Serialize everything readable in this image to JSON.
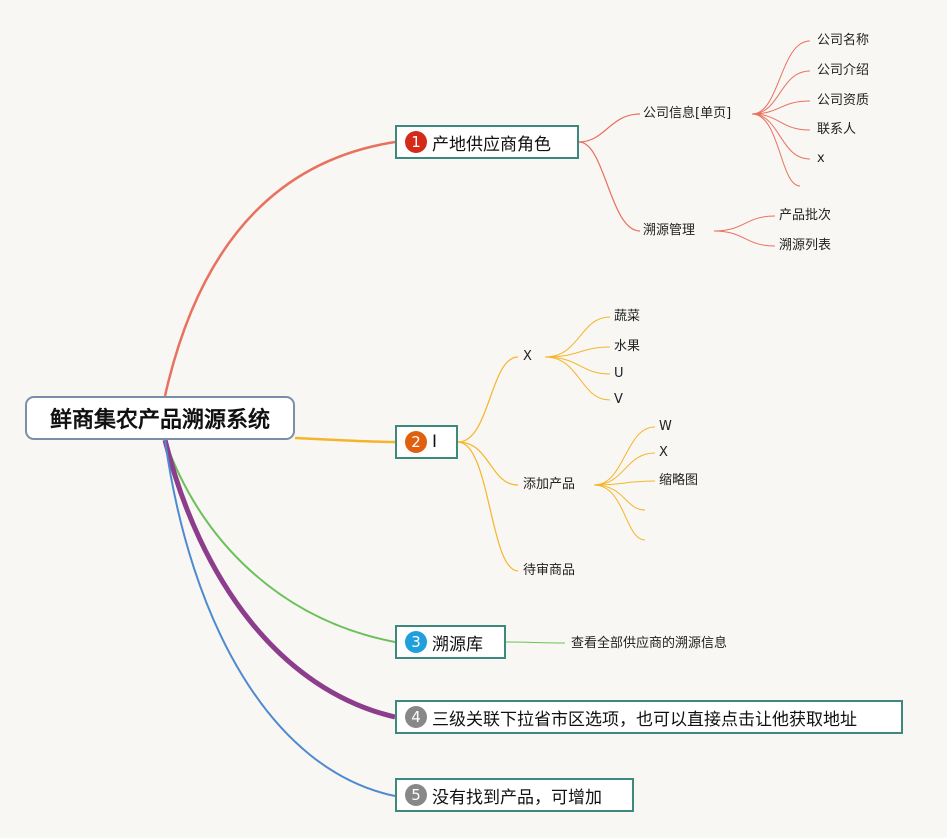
{
  "root": {
    "title": "鲜商集农产品溯源系统"
  },
  "colors": {
    "b1": "#e8715f",
    "b2": "#f5b52a",
    "b3": "#6cc05a",
    "b4": "#8c3d8c",
    "b5": "#4e8ad0",
    "badge1": "#d42a1a",
    "badge2": "#e06010",
    "badge3": "#1fa0dc",
    "badge4": "#888888",
    "badge5": "#888888"
  },
  "branches": [
    {
      "num": "1",
      "label": "产地供应商角色",
      "children": [
        {
          "label": "公司信息[单页]",
          "children": [
            "公司名称",
            "公司介绍",
            "公司资质",
            "联系人",
            "x",
            ""
          ]
        },
        {
          "label": "溯源管理",
          "children": [
            "产品批次",
            "溯源列表"
          ]
        }
      ]
    },
    {
      "num": "2",
      "label": "I",
      "children": [
        {
          "label": "X",
          "children": [
            "蔬菜",
            "水果",
            "U",
            "V"
          ]
        },
        {
          "label": "添加产品",
          "children": [
            "W",
            "X",
            "缩略图",
            "",
            ""
          ]
        },
        {
          "label": "待审商品",
          "children": []
        }
      ]
    },
    {
      "num": "3",
      "label": "溯源库",
      "children": [
        {
          "label": "查看全部供应商的溯源信息",
          "children": []
        }
      ]
    },
    {
      "num": "4",
      "label": "三级关联下拉省市区选项，也可以直接点击让他获取地址",
      "children": []
    },
    {
      "num": "5",
      "label": "没有找到产品，可增加",
      "children": []
    }
  ]
}
